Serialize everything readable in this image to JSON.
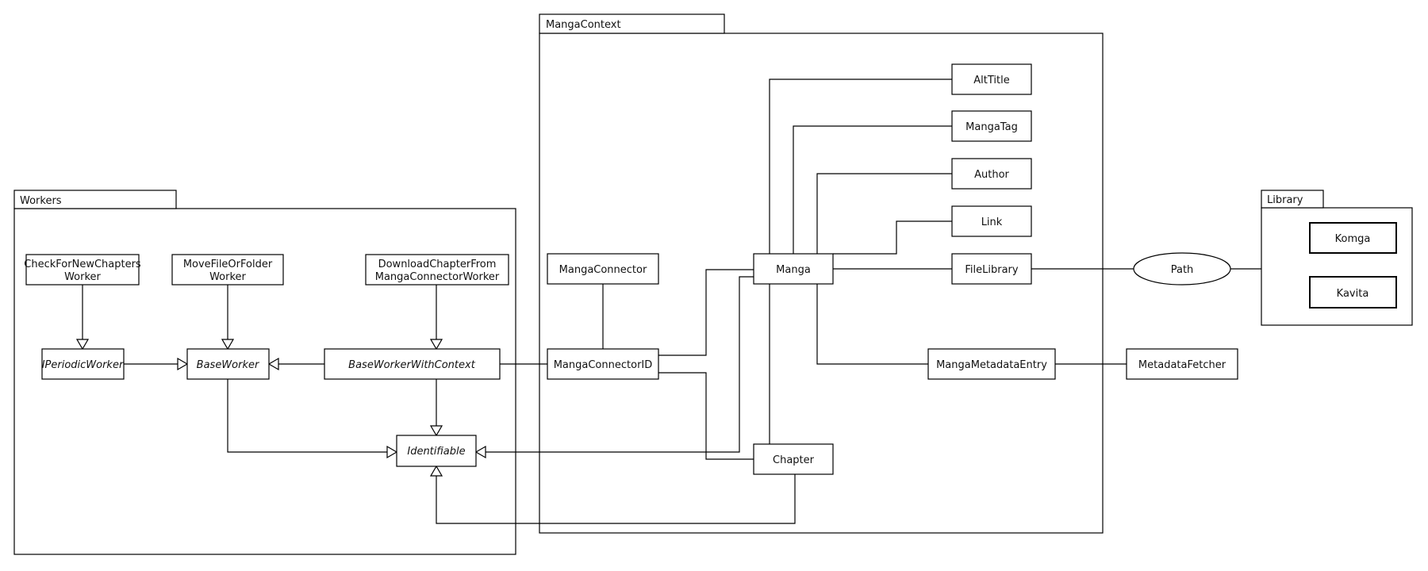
{
  "diagram": {
    "type": "uml-class-diagram",
    "background_color": "#ffffff",
    "line_color": "#000000"
  },
  "packages": {
    "workers": {
      "label": "Workers"
    },
    "manga_context": {
      "label": "MangaContext"
    },
    "library": {
      "label": "Library"
    }
  },
  "nodes": {
    "check_for_new_chapters_worker": {
      "line1": "CheckForNewChapters",
      "line2": "Worker"
    },
    "move_file_or_folder_worker": {
      "line1": "MoveFileOrFolder",
      "line2": "Worker"
    },
    "download_chapter_worker": {
      "line1": "DownloadChapterFrom",
      "line2": "MangaConnectorWorker"
    },
    "iperiodic_worker": {
      "label": "IPeriodicWorker",
      "abstract": true
    },
    "base_worker": {
      "label": "BaseWorker",
      "abstract": true
    },
    "base_worker_with_context": {
      "label": "BaseWorkerWithContext",
      "abstract": true
    },
    "identifiable": {
      "label": "Identifiable",
      "abstract": true
    },
    "manga_connector": {
      "label": "MangaConnector"
    },
    "manga_connector_id": {
      "label": "MangaConnectorID"
    },
    "manga": {
      "label": "Manga"
    },
    "chapter": {
      "label": "Chapter"
    },
    "alt_title": {
      "label": "AltTitle"
    },
    "manga_tag": {
      "label": "MangaTag"
    },
    "author": {
      "label": "Author"
    },
    "link": {
      "label": "Link"
    },
    "file_library": {
      "label": "FileLibrary"
    },
    "manga_metadata_entry": {
      "label": "MangaMetadataEntry"
    },
    "metadata_fetcher": {
      "label": "MetadataFetcher"
    },
    "path": {
      "label": "Path",
      "shape": "ellipse"
    },
    "komga": {
      "label": "Komga"
    },
    "kavita": {
      "label": "Kavita"
    }
  },
  "edges": [
    {
      "from": "CheckForNewChaptersWorker",
      "to": "IPeriodicWorker",
      "type": "inheritance"
    },
    {
      "from": "MoveFileOrFolderWorker",
      "to": "BaseWorker",
      "type": "inheritance"
    },
    {
      "from": "DownloadChapterFromMangaConnectorWorker",
      "to": "BaseWorkerWithContext",
      "type": "inheritance"
    },
    {
      "from": "IPeriodicWorker",
      "to": "BaseWorker",
      "type": "inheritance"
    },
    {
      "from": "BaseWorkerWithContext",
      "to": "BaseWorker",
      "type": "inheritance"
    },
    {
      "from": "BaseWorkerWithContext",
      "to": "Identifiable",
      "type": "inheritance"
    },
    {
      "from": "BaseWorker",
      "to": "Identifiable",
      "type": "inheritance"
    },
    {
      "from": "Manga",
      "to": "Identifiable",
      "type": "inheritance"
    },
    {
      "from": "Chapter",
      "to": "Identifiable",
      "type": "inheritance"
    },
    {
      "from": "BaseWorkerWithContext",
      "to": "MangaConnectorID",
      "type": "association"
    },
    {
      "from": "MangaConnector",
      "to": "MangaConnectorID",
      "type": "association"
    },
    {
      "from": "MangaConnectorID",
      "to": "Manga",
      "type": "association"
    },
    {
      "from": "MangaConnectorID",
      "to": "Chapter",
      "type": "association"
    },
    {
      "from": "Manga",
      "to": "Chapter",
      "type": "association"
    },
    {
      "from": "Manga",
      "to": "AltTitle",
      "type": "association"
    },
    {
      "from": "Manga",
      "to": "MangaTag",
      "type": "association"
    },
    {
      "from": "Manga",
      "to": "Author",
      "type": "association"
    },
    {
      "from": "Manga",
      "to": "Link",
      "type": "association"
    },
    {
      "from": "Manga",
      "to": "FileLibrary",
      "type": "association"
    },
    {
      "from": "Manga",
      "to": "MangaMetadataEntry",
      "type": "association"
    },
    {
      "from": "FileLibrary",
      "to": "Path",
      "type": "association"
    },
    {
      "from": "Path",
      "to": "Library",
      "type": "association"
    },
    {
      "from": "MangaMetadataEntry",
      "to": "MetadataFetcher",
      "type": "association"
    }
  ]
}
